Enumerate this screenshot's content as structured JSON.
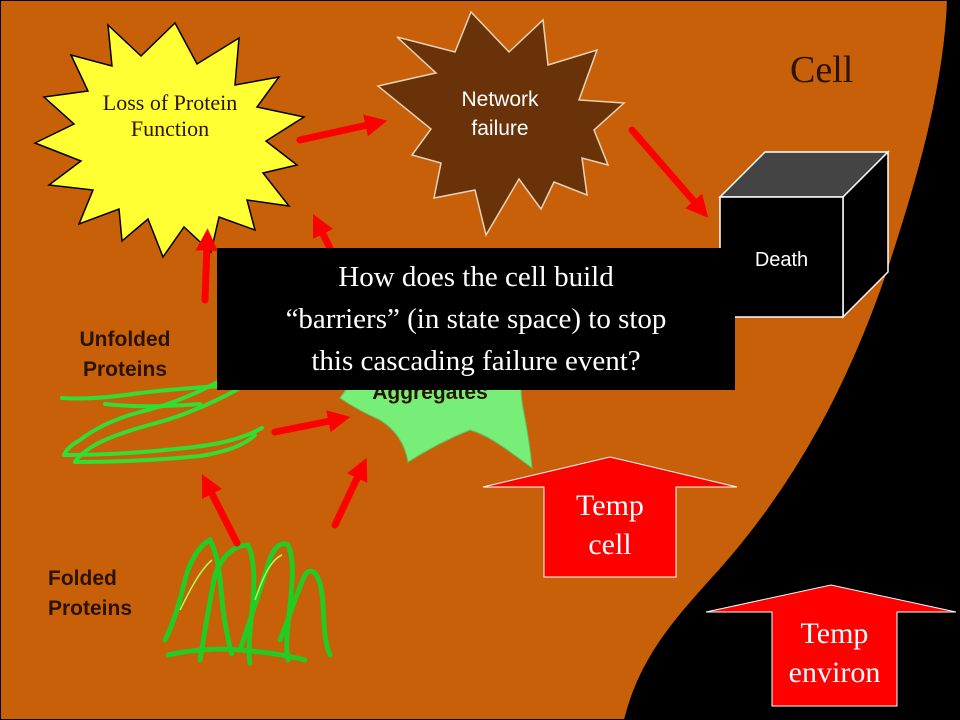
{
  "labels": {
    "cell": "Cell",
    "loss_of_protein_function": [
      "Loss of Protein",
      "Function"
    ],
    "network_failure": [
      "Network",
      "failure"
    ],
    "death": "Death",
    "unfolded_proteins": [
      "Unfolded",
      "Proteins"
    ],
    "folded_proteins": [
      "Folded",
      "Proteins"
    ],
    "aggregates": "Aggregates",
    "temp_cell": [
      "Temp",
      "cell"
    ],
    "temp_environ": [
      "Temp",
      "environ"
    ]
  },
  "question_lines": [
    "How does the cell build",
    "“barriers”  (in state space) to stop",
    "this cascading failure event?"
  ],
  "colors": {
    "background": "#000000",
    "cell": "#c8600a",
    "burst_yellow": "#ffff33",
    "burst_brown": "#6a3208",
    "arrow_red": "#ff0000",
    "protein_green": "#33dd33",
    "aggregate_green": "#77ee77",
    "label_text": "#2a1400"
  }
}
